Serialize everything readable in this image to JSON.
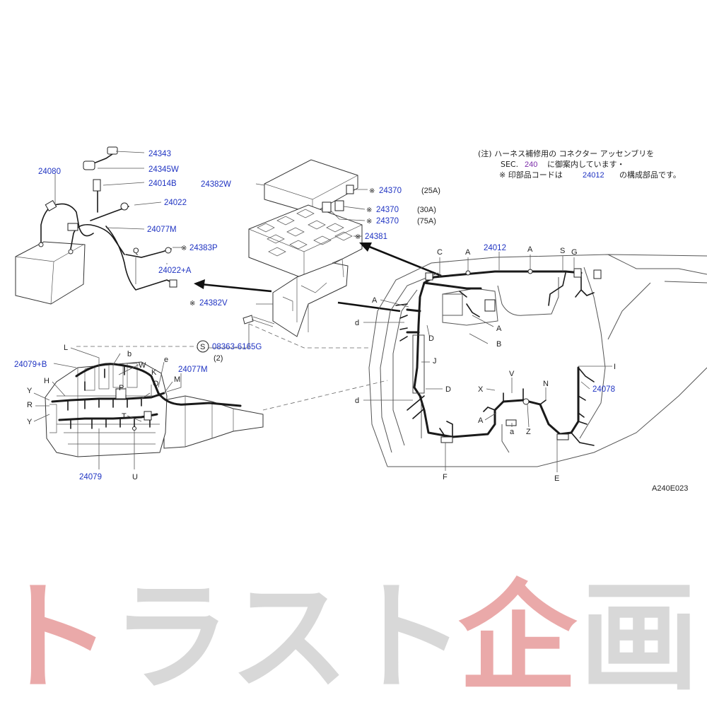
{
  "note": {
    "line1": "(注)  ハーネス補修用の  コネクター   アッセンブリを",
    "line2a": "SEC.",
    "line2b": "240",
    "line2c": "に御案内しています・",
    "line3a": "※ 印部品コードは",
    "line3b": "24012",
    "line3c": "の構成部品です。"
  },
  "parts": {
    "p24343": "24343",
    "p24345W": "24345W",
    "p24014B": "24014B",
    "p24022": "24022",
    "p24077M_top": "24077M",
    "p24080": "24080",
    "p24383P": "24383P",
    "p24022A": "24022+A",
    "p24382W": "24382W",
    "p24370a": "24370",
    "p24370b": "24370",
    "p24370c": "24370",
    "p24381": "24381",
    "p24382V": "24382V",
    "p08363": "08363-6165G",
    "p24079B": "24079+B",
    "p24077M_bot": "24077M",
    "p24079": "24079",
    "p24012": "24012",
    "p24078": "24078"
  },
  "amps": {
    "a25": "(25A)",
    "a30": "(30A)",
    "a75": "(75A)"
  },
  "qty": "(2)",
  "screw_symbol": "S",
  "mark": "※",
  "letters": {
    "Q": "Q",
    "L": "L",
    "b": "b",
    "W": "W",
    "e": "e",
    "K": "K",
    "O": "O",
    "M": "M",
    "H": "H",
    "P": "P",
    "Y1": "Y",
    "R": "R",
    "Y2": "Y",
    "T": "T",
    "U": "U",
    "C": "C",
    "A1": "A",
    "A2": "A",
    "S": "S",
    "G": "G",
    "A3": "A",
    "d1": "d",
    "A4": "A",
    "D1": "D",
    "B": "B",
    "J": "J",
    "I": "I",
    "D2": "D",
    "d2": "d",
    "V": "V",
    "X": "X",
    "N": "N",
    "A5": "A",
    "a": "a",
    "Z": "Z",
    "F": "F",
    "E": "E"
  },
  "figure_id": "A240E023",
  "watermark": {
    "chars": [
      "ト",
      "ラ",
      "ス",
      "ト",
      "企",
      "画"
    ]
  },
  "colors": {
    "part_number": "#1f33c2",
    "sec_ref": "#7a2aa8",
    "watermark_red": "#e8a0a0",
    "watermark_gray": "#d4d4d4"
  }
}
